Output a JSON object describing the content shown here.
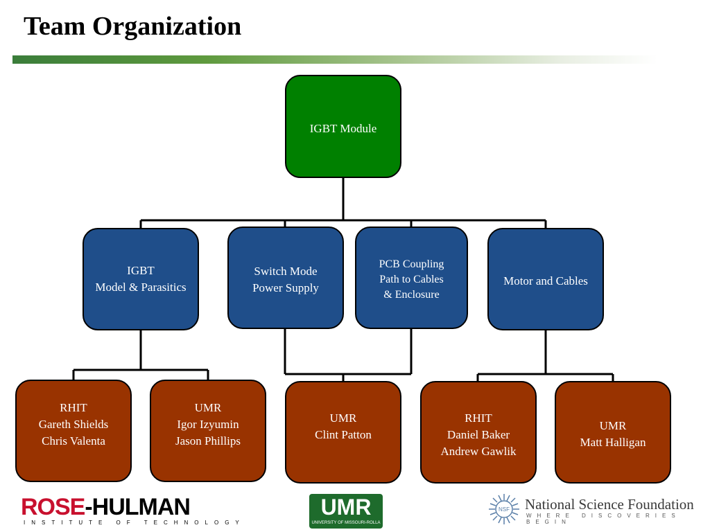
{
  "title": "Team Organization",
  "colors": {
    "root": "#008000",
    "group": "#1f4e8a",
    "member": "#993300",
    "title_bar": "#3a7d3a"
  },
  "chart": {
    "root": {
      "label": "IGBT Module"
    },
    "groups": [
      {
        "label": "IGBT\nModel & Parasitics"
      },
      {
        "label": "Switch Mode\nPower Supply"
      },
      {
        "label": "PCB Coupling\nPath to Cables\n& Enclosure"
      },
      {
        "label": "Motor and Cables"
      }
    ],
    "members": [
      {
        "label": "RHIT\nGareth Shields\nChris Valenta"
      },
      {
        "label": "UMR\nIgor Izyumin\nJason Phillips"
      },
      {
        "label": "UMR\nClint Patton"
      },
      {
        "label": "RHIT\nDaniel Baker\nAndrew Gawlik"
      },
      {
        "label": "UMR\nMatt Halligan"
      }
    ]
  },
  "logos": {
    "rose_hulman": {
      "rose": "ROSE",
      "hulman": "-HULMAN",
      "sub": "INSTITUTE OF TECHNOLOGY"
    },
    "umr": {
      "main": "UMR",
      "sub": "UNIVERSITY OF MISSOURI-ROLLA"
    },
    "nsf": {
      "seal": "NSF",
      "name": "National Science Foundation",
      "tagline": "WHERE DISCOVERIES BEGIN"
    }
  }
}
